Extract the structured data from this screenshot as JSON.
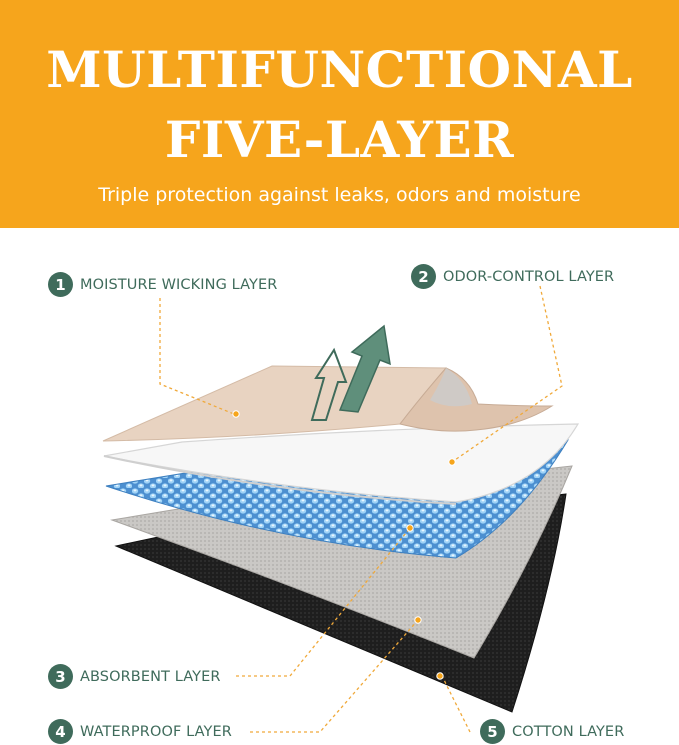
{
  "header": {
    "title_line1": "MULTIFUNCTIONAL",
    "title_line2": "FIVE-LAYER",
    "subtitle": "Triple protection against leaks, odors and moisture"
  },
  "callouts": [
    {
      "number": "1",
      "label": "MOISTURE WICKING LAYER"
    },
    {
      "number": "2",
      "label": "ODOR-CONTROL LAYER"
    },
    {
      "number": "3",
      "label": "ABSORBENT LAYER"
    },
    {
      "number": "4",
      "label": "WATERPROOF LAYER"
    },
    {
      "number": "5",
      "label": "COTTON LAYER"
    }
  ],
  "colors": {
    "banner": "#f6a51c",
    "badge": "#3f6b5b",
    "leader_line": "#f0a93a",
    "wicking_layer": "#e8d2c0",
    "odor_layer": "#f4f4f4",
    "absorbent_layer": "#5fa8e0",
    "waterproof_layer": "#c9c7c4",
    "cotton_layer": "#1e1e1e"
  },
  "icons": [
    "moisture-arrow-icon"
  ]
}
